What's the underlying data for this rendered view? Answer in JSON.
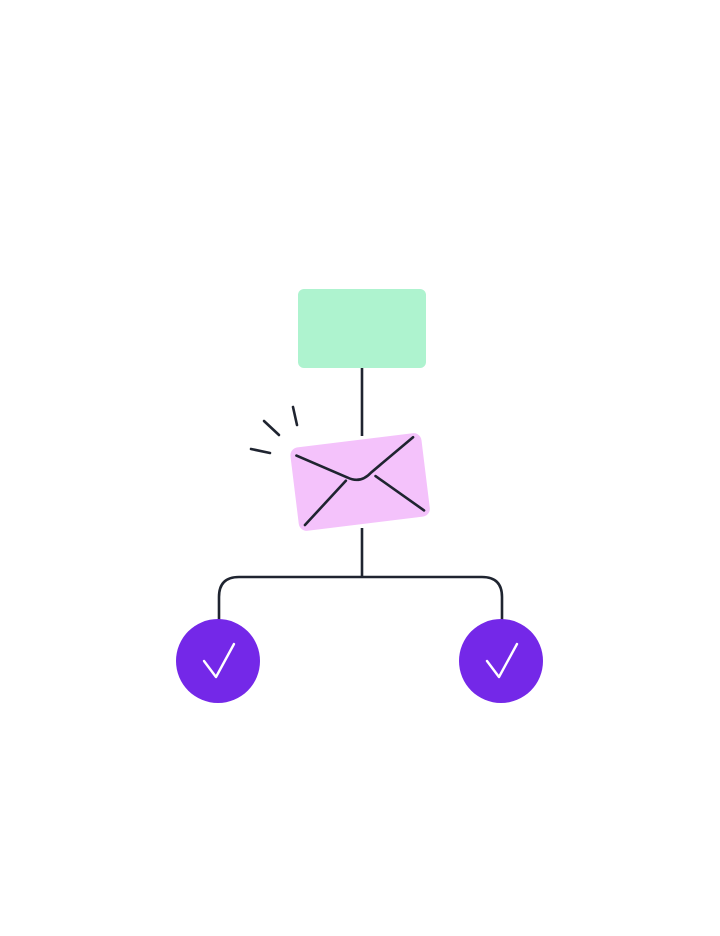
{
  "diagram": {
    "description_type": "flow",
    "nodes": [
      {
        "id": "source",
        "shape": "rounded-rectangle",
        "icon": "blank-block",
        "color": "#aef3cf"
      },
      {
        "id": "message",
        "shape": "envelope",
        "icon": "envelope-icon",
        "color": "#f4c2fb"
      },
      {
        "id": "result-left",
        "shape": "circle",
        "icon": "checkmark-icon",
        "color": "#7428e8"
      },
      {
        "id": "result-right",
        "shape": "circle",
        "icon": "checkmark-icon",
        "color": "#7428e8"
      }
    ],
    "edges": [
      {
        "from": "source",
        "to": "message"
      },
      {
        "from": "message",
        "to": "result-left"
      },
      {
        "from": "message",
        "to": "result-right"
      }
    ],
    "colors": {
      "line": "#1f2430",
      "check": "#ffffff",
      "background": "#ffffff"
    }
  }
}
